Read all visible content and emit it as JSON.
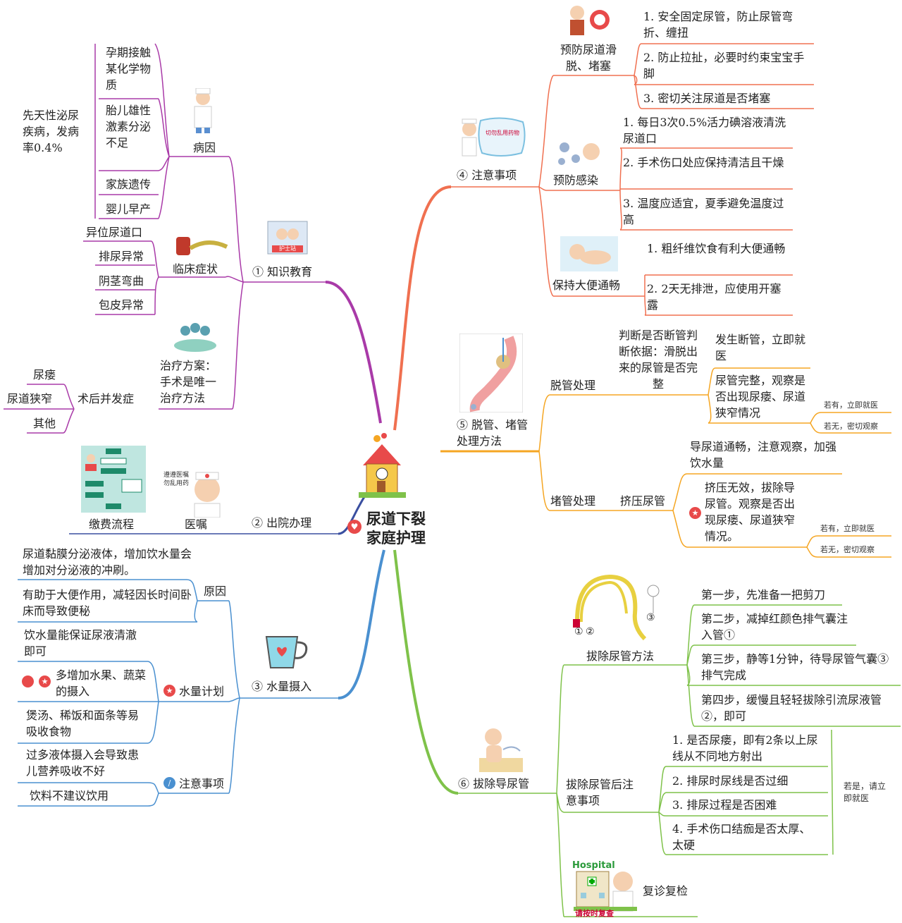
{
  "center": {
    "title": "尿道下裂家庭护理"
  },
  "branch1": {
    "label": "① 知识教育",
    "bingyin": {
      "label": "病因",
      "items": [
        "孕期接触某化学物质",
        "胎儿雄性激素分泌不足",
        "家族遗传",
        "婴儿早产"
      ],
      "note": "先天性泌尿疾病，发病率0.4%"
    },
    "linchuang": {
      "label": "临床症状",
      "items": [
        "异位尿道口",
        "排尿异常",
        "阴茎弯曲",
        "包皮异常"
      ]
    },
    "treatment": {
      "label": "治疗方案：手术是唯一治疗方法"
    },
    "complication": {
      "label": "术后并发症",
      "items": [
        "尿瘘",
        "尿道狭窄",
        "其他"
      ]
    },
    "clinic_sign": "护士站"
  },
  "branch2": {
    "label": "② 出院办理",
    "items": [
      "缴费流程",
      "医嘱"
    ],
    "doctor_sign": "遵遵医嘱勿乱用药"
  },
  "branch3": {
    "label": "③ 水量摄入",
    "reason": {
      "label": "原因",
      "items": [
        "尿道黏膜分泌液体，增加饮水量会增加对分泌液的冲刷。",
        "有助于大便作用，减轻因长时间卧床而导致便秘"
      ]
    },
    "plan": {
      "label": "水量计划",
      "items": [
        "饮水量能保证尿液清澈即可",
        "多增加水果、蔬菜的摄入",
        "煲汤、稀饭和面条等易吸收食物"
      ]
    },
    "notice": {
      "label": "注意事项",
      "items": [
        "过多液体摄入会导致患儿营养吸收不好",
        "饮料不建议饮用"
      ]
    }
  },
  "branch4": {
    "label": "④ 注意事项",
    "card_text": "切勿乱用药物",
    "g1": {
      "label": "预防尿道滑脱、堵塞",
      "items": [
        "1. 安全固定尿管，防止尿管弯折、缠扭",
        "2. 防止拉扯，必要时约束宝宝手脚",
        "3. 密切关注尿道是否堵塞"
      ]
    },
    "g2": {
      "label": "预防感染",
      "items": [
        "1. 每日3次0.5%活力碘溶液清洗尿道口",
        "2. 手术伤口处应保持清洁且干燥",
        "3. 温度应适宜，夏季避免温度过高"
      ]
    },
    "g3": {
      "label": "保持大便通畅",
      "items": [
        "1. 粗纤维饮食有利大便通畅",
        "2. 2天无排泄，应使用开塞露"
      ]
    }
  },
  "branch5": {
    "label": "⑤ 脱管、堵管处理方法",
    "tuoguan": {
      "label": "脱管处理",
      "judge": "判断是否断管判断依据：滑脱出来的尿管是否完整",
      "items": [
        "发生断管，立即就医",
        "尿管完整，观察是否出现尿瘘、尿道狭窄情况"
      ],
      "if_yes": "若有，立即就医",
      "if_no": "若无，密切观察"
    },
    "duguan": {
      "label": "堵管处理",
      "squeeze": "挤压尿管",
      "items": [
        "导尿道通畅，注意观察，加强饮水量",
        "挤压无效，拔除导尿管。观察是否出现尿瘘、尿道狭窄情况。"
      ],
      "if_yes": "若有，立即就医",
      "if_no": "若无，密切观察"
    }
  },
  "branch6": {
    "label": "⑥ 拔除导尿管",
    "method": {
      "label": "拔除尿管方法",
      "items": [
        "第一步，先准备一把剪刀",
        "第二步，减掉红颜色排气囊注入管①",
        "第三步，静等1分钟，待导尿管气囊③排气完成",
        "第四步，缓慢且轻轻拔除引流尿液管②，即可"
      ]
    },
    "after": {
      "label": "拔除尿管后注意事项",
      "items": [
        "1. 是否尿瘘，即有2条以上尿线从不同地方射出",
        "2. 排尿时尿线是否过细",
        "3. 排尿过程是否困难",
        "4. 手术伤口结痂是否太厚、太硬"
      ],
      "note": "若是，请立即就医"
    },
    "review": {
      "label": "复诊复检"
    },
    "hospital_sign": "Hospital",
    "hospital_caption": "请按时复查"
  },
  "colors": {
    "purple": "#a93aa8",
    "navy": "#3a4fa0",
    "blue": "#4a90d0",
    "orange_red": "#f07050",
    "orange": "#f5a623",
    "green": "#7fc24a",
    "red": "#e84a4a"
  }
}
